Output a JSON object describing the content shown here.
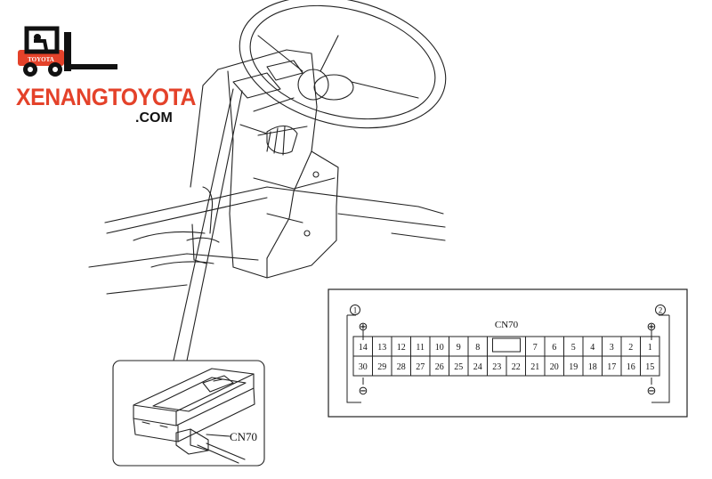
{
  "brand": {
    "logo_tag": "TOYOTA",
    "name": "XENANGTOYOTA",
    "domain": ".COM",
    "accent_color": "#e4422a",
    "icon": "forklift-icon"
  },
  "callout": {
    "label": "CN70"
  },
  "connector": {
    "title": "CN70",
    "terminal_top_label": "1",
    "terminal_right_label": "2",
    "plus_symbol": "⊕",
    "minus_symbol": "⊖",
    "top_row": [
      "14",
      "13",
      "12",
      "11",
      "10",
      "9",
      "8",
      "",
      "7",
      "6",
      "5",
      "4",
      "3",
      "2",
      "1"
    ],
    "bottom_row": [
      "30",
      "29",
      "28",
      "27",
      "26",
      "25",
      "24",
      "23",
      "22",
      "21",
      "20",
      "19",
      "18",
      "17",
      "16",
      "15"
    ]
  }
}
